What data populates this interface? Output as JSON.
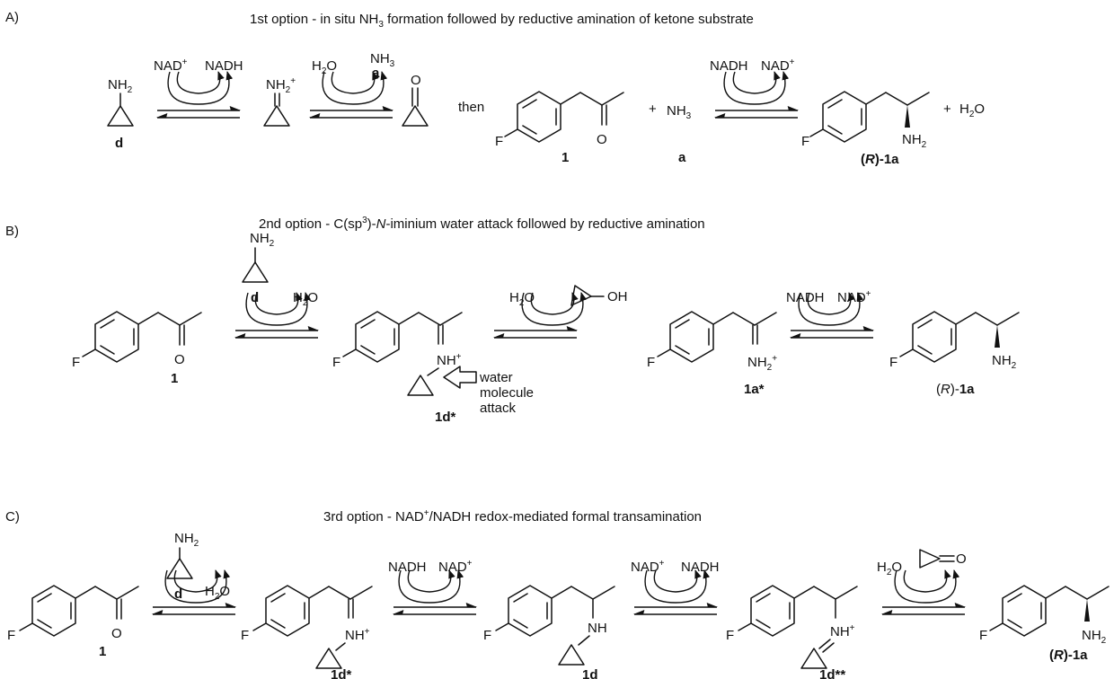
{
  "panels": {
    "A": {
      "letter": "A)",
      "title_pre": "1st option - in situ NH",
      "title_sub": "3",
      "title_post": " formation followed by reductive amination of ketone substrate",
      "amine_label": "NH",
      "amine_sub": "2",
      "d": "d",
      "nad_plus": "NAD",
      "plus_sign": "+",
      "nadh": "NADH",
      "iminium_label": "NH",
      "iminium_sub": "2",
      "iminium_sup": "+",
      "water": "H",
      "water_sub": "2",
      "water_o": "O",
      "nh3": "NH",
      "nh3_sub": "3",
      "a": "a",
      "oxygen": "O",
      "then": "then",
      "fluorine": "F",
      "cmpd1": "1",
      "plus": "+",
      "nadh2": "NADH",
      "nad_plus2": "NAD",
      "product_nh2": "NH",
      "product_sub": "2",
      "product_label_R": "R",
      "product_label_rest": "-1a",
      "water2": "H",
      "water2_sub": "2",
      "water2_o": "O"
    },
    "B": {
      "letter": "B)",
      "title_pre": "2nd option - C(sp",
      "title_sup": "3",
      "title_mid": ")-",
      "title_italic": "N",
      "title_post": "-iminium water attack followed by reductive amination",
      "amine_label": "NH",
      "amine_sub": "2",
      "d": "d",
      "water": "H",
      "water_sub": "2",
      "water_o": "O",
      "oxygen": "O",
      "fluorine": "F",
      "cmpd1": "1",
      "nh_plus": "NH",
      "plus_sign": "+",
      "attack_line1": "water",
      "attack_line2": "molecule",
      "attack_line3": "attack",
      "cmpd1d": "1d*",
      "oh": "OH",
      "iminium_label": "NH",
      "iminium_sub": "2",
      "cmpd1a": "1a*",
      "nadh": "NADH",
      "nad_plus": "NAD",
      "product_nh2": "NH",
      "product_sub": "2",
      "product_label_open": "(",
      "product_label_R": "R",
      "product_label_close": ")-",
      "product_label_rest": "1a"
    },
    "C": {
      "letter": "C)",
      "title_pre": "3rd option - NAD",
      "title_sup": "+",
      "title_post": "/NADH redox-mediated formal transamination",
      "amine_label": "NH",
      "amine_sub": "2",
      "d": "d",
      "water": "H",
      "water_sub": "2",
      "water_o": "O",
      "oxygen": "O",
      "fluorine": "F",
      "cmpd1": "1",
      "nh_plus": "NH",
      "plus_sign": "+",
      "cmpd1d_star": "1d*",
      "nadh": "NADH",
      "nad_plus": "NAD",
      "nh": "NH",
      "cmpd1d": "1d",
      "nad_plus2": "NAD",
      "nadh2": "NADH",
      "cmpd1d_star2": "1d**",
      "product_nh2": "NH",
      "product_sub": "2",
      "product_label_R": "R",
      "product_label_rest": "-1a"
    }
  }
}
